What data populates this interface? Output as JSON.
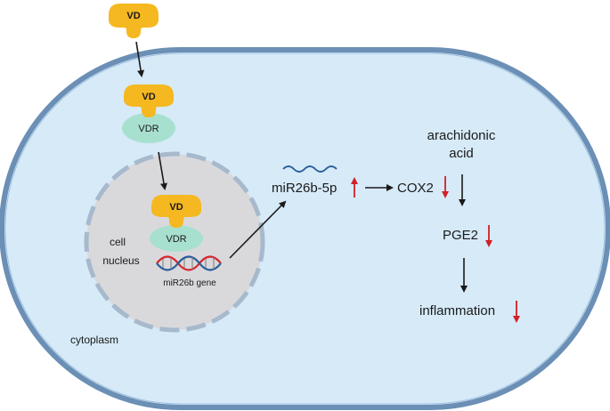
{
  "labels": {
    "vd_outside": "VD",
    "vd_membrane": "VD",
    "vdr_membrane": "VDR",
    "vd_nucleus": "VD",
    "vdr_nucleus": "VDR",
    "cell_nucleus_line1": "cell",
    "cell_nucleus_line2": "nucleus",
    "gene": "miR26b gene",
    "cytoplasm": "cytoplasm",
    "mirna": "miR26b-5p",
    "cox2": "COX2",
    "arachidonic_line1": "arachidonic",
    "arachidonic_line2": "acid",
    "pge2": "PGE2",
    "inflammation": "inflammation"
  },
  "colors": {
    "cell_fill": "#d6eaf8",
    "cell_stroke": "#6b8fb5",
    "nucleus_fill": "#d9d9dc",
    "nucleus_stroke": "#a7b9cc",
    "vd": "#f5b820",
    "vdr": "#a8e0cf",
    "arrow": "#1a1a1a",
    "up_arrow": "#d21f26",
    "down_arrow": "#d21f26",
    "dna_red": "#d7262c",
    "dna_blue": "#2b5d9b",
    "mirna_wave": "#2b5d9b"
  },
  "regulation": {
    "mirna": "up",
    "cox2": "down",
    "pge2": "down",
    "inflammation": "down"
  }
}
